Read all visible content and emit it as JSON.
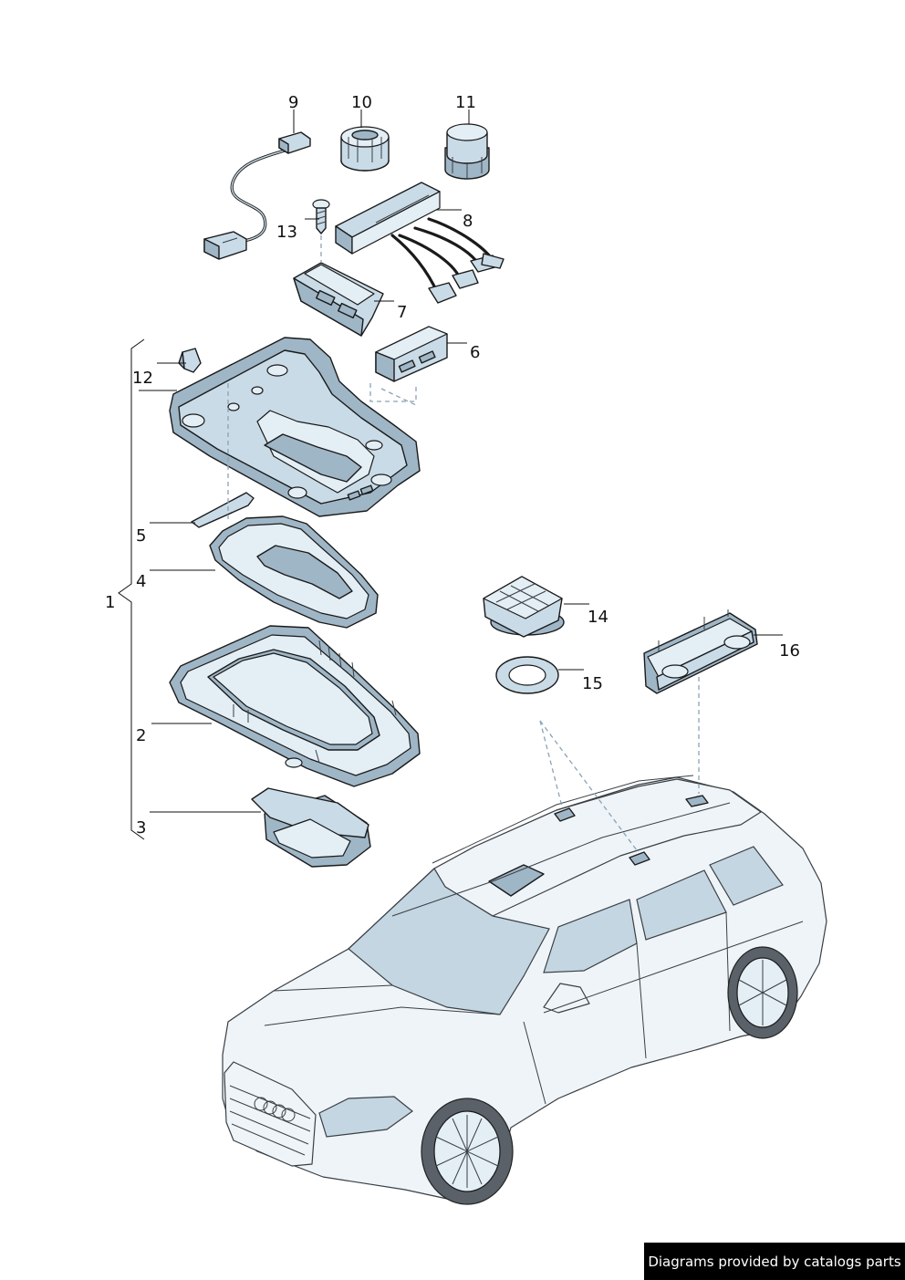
{
  "callouts": {
    "c1": "1",
    "c2": "2",
    "c3": "3",
    "c4": "4",
    "c5": "5",
    "c6": "6",
    "c7": "7",
    "c8": "8",
    "c9": "9",
    "c10": "10",
    "c11": "11",
    "c12": "12",
    "c13": "13",
    "c14": "14",
    "c15": "15",
    "c16": "16"
  },
  "footer": {
    "text": "Diagrams provided by catalogs parts"
  },
  "colors": {
    "part": "#c9dbe7",
    "outline": "#1a1a1a",
    "badge_bg": "#000000",
    "badge_text": "#ffffff"
  }
}
